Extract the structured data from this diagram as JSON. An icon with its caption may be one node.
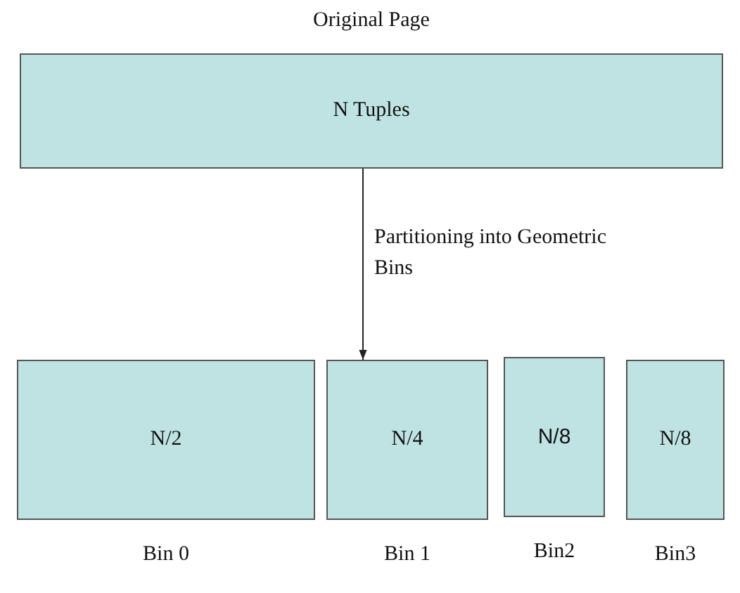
{
  "diagram": {
    "nodes": [
      {
        "text": [
          "Original Page",
          "N Tuples"
        ]
      },
      {
        "text": [
          "N/2"
        ],
        "beside": [
          "Bin 0"
        ]
      },
      {
        "text": [
          "N/4"
        ],
        "beside": [
          "Bin 1"
        ]
      },
      {
        "text": [
          "N/8"
        ],
        "beside": [
          "Bin2"
        ]
      },
      {
        "text": [
          "N/8"
        ],
        "beside": [
          "Bin3"
        ]
      }
    ],
    "edges": [
      {
        "from": 0,
        "to": 2,
        "arrow": "to",
        "label": "Partitioning into Geometric Bins"
      }
    ]
  }
}
